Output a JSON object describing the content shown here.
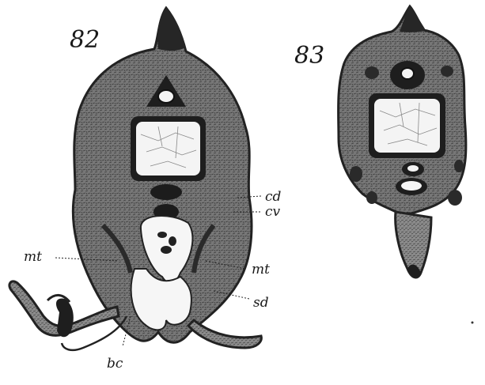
{
  "figures": [
    {
      "number": "82",
      "labels": {
        "cd": "cd",
        "cv": "cv",
        "mt_left": "mt",
        "mt_right": "mt",
        "sd": "sd",
        "bc": "bc"
      }
    },
    {
      "number": "83"
    }
  ],
  "colors": {
    "tissue": "#6b6b6b",
    "tissue_dark": "#2e2e2e",
    "cavity": "#f4f4f4",
    "ink": "#1a1a1a"
  }
}
